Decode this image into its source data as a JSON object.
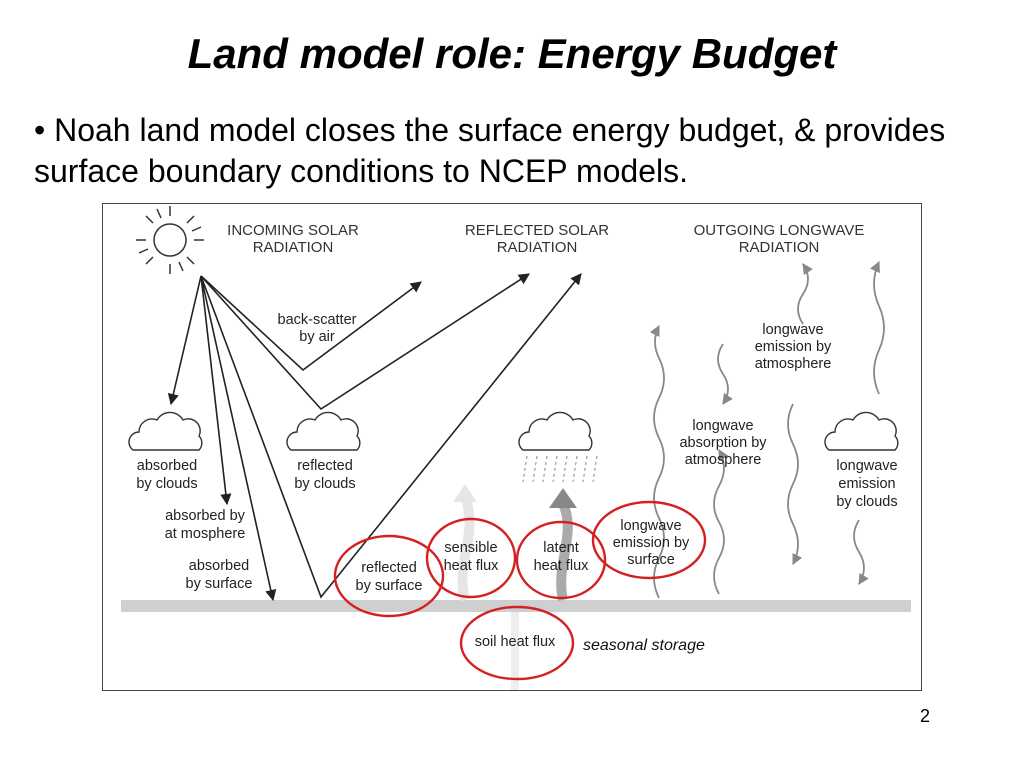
{
  "slide": {
    "title": "Land model role:  Energy Budget",
    "bullet_symbol": "•",
    "bullet_text": "Noah land model closes the surface energy budget, & provides surface boundary conditions to NCEP models.",
    "page_number": "2"
  },
  "diagram": {
    "headings": {
      "incoming": [
        "INCOMING SOLAR",
        "RADIATION"
      ],
      "reflected": [
        "REFLECTED SOLAR",
        "RADIATION"
      ],
      "outgoing": [
        "OUTGOING LONGWAVE",
        "RADIATION"
      ]
    },
    "labels": {
      "backscatter": [
        "back-scatter",
        "by air"
      ],
      "absorbed_clouds": [
        "absorbed",
        "by clouds"
      ],
      "reflected_clouds": [
        "reflected",
        "by clouds"
      ],
      "absorbed_atmos": [
        "absorbed by",
        "at mosphere"
      ],
      "absorbed_surface": [
        "absorbed",
        "by surface"
      ],
      "reflected_surface": [
        "reflected",
        "by surface"
      ],
      "sensible": [
        "sensible",
        "heat flux"
      ],
      "latent": [
        "latent",
        "heat flux"
      ],
      "lw_emission_surface": [
        "longwave",
        "emission by",
        "surface"
      ],
      "lw_emission_atmos": [
        "longwave",
        "emission by",
        "atmosphere"
      ],
      "lw_absorption_atmos": [
        "longwave",
        "absorption by",
        "atmosphere"
      ],
      "lw_emission_clouds": [
        "longwave",
        "emission",
        "by clouds"
      ],
      "soil": "soil heat flux",
      "seasonal": "seasonal storage"
    },
    "colors": {
      "highlight": "#d42020",
      "ground": "#cfcfcf",
      "stroke": "#222222"
    }
  }
}
